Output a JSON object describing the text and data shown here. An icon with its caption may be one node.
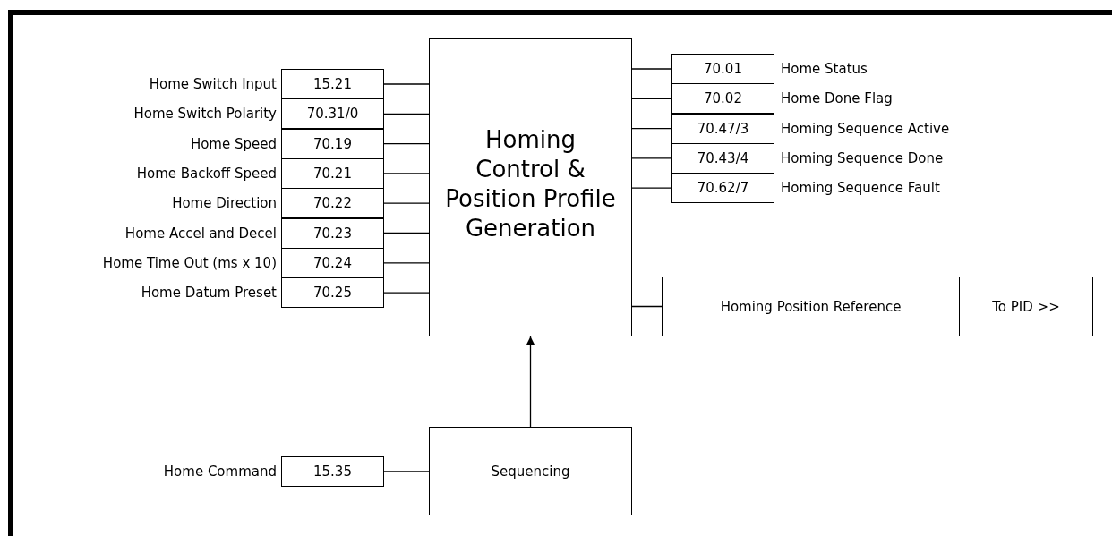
{
  "diagram": {
    "nodes": [
      {
        "text": [
          "Homing Control & Position Profile Generation"
        ]
      },
      {
        "text": [
          "15.21"
        ],
        "beside": [
          "Home Switch Input"
        ]
      },
      {
        "text": [
          "70.31/0"
        ],
        "beside": [
          "Home Switch Polarity"
        ]
      },
      {
        "text": [
          "70.19"
        ],
        "beside": [
          "Home Speed"
        ]
      },
      {
        "text": [
          "70.21"
        ],
        "beside": [
          "Home Backoff Speed"
        ]
      },
      {
        "text": [
          "70.22"
        ],
        "beside": [
          "Home Direction"
        ]
      },
      {
        "text": [
          "70.23"
        ],
        "beside": [
          "Home Accel and Decel"
        ]
      },
      {
        "text": [
          "70.24"
        ],
        "beside": [
          "Home Time Out (ms x 10)"
        ]
      },
      {
        "text": [
          "70.25"
        ],
        "beside": [
          "Home Datum Preset"
        ]
      },
      {
        "text": [
          "70.01"
        ],
        "beside": [
          "Home Status"
        ]
      },
      {
        "text": [
          "70.02"
        ],
        "beside": [
          "Home Done Flag"
        ]
      },
      {
        "text": [
          "70.47/3"
        ],
        "beside": [
          "Homing Sequence Active"
        ]
      },
      {
        "text": [
          "70.43/4"
        ],
        "beside": [
          "Homing Sequence Done"
        ]
      },
      {
        "text": [
          "70.62/7"
        ],
        "beside": [
          "Homing Sequence Fault"
        ]
      },
      {
        "text": [
          "Homing Position Reference"
        ]
      },
      {
        "text": [
          "To PID >>"
        ]
      },
      {
        "text": [
          "Sequencing"
        ]
      },
      {
        "text": [
          "15.35"
        ],
        "beside": [
          "Home Command"
        ]
      }
    ],
    "edges": [
      {
        "from": 1,
        "to": 0,
        "arrow": "none"
      },
      {
        "from": 2,
        "to": 0,
        "arrow": "none"
      },
      {
        "from": 3,
        "to": 0,
        "arrow": "none"
      },
      {
        "from": 4,
        "to": 0,
        "arrow": "none"
      },
      {
        "from": 5,
        "to": 0,
        "arrow": "none"
      },
      {
        "from": 6,
        "to": 0,
        "arrow": "none"
      },
      {
        "from": 7,
        "to": 0,
        "arrow": "none"
      },
      {
        "from": 8,
        "to": 0,
        "arrow": "none"
      },
      {
        "from": 0,
        "to": 9,
        "arrow": "none"
      },
      {
        "from": 0,
        "to": 10,
        "arrow": "none"
      },
      {
        "from": 0,
        "to": 11,
        "arrow": "none"
      },
      {
        "from": 0,
        "to": 12,
        "arrow": "none"
      },
      {
        "from": 0,
        "to": 13,
        "arrow": "none"
      },
      {
        "from": 0,
        "to": 14,
        "arrow": "none"
      },
      {
        "from": 16,
        "to": 0,
        "arrow": "to"
      },
      {
        "from": 17,
        "to": 16,
        "arrow": "none"
      }
    ]
  }
}
